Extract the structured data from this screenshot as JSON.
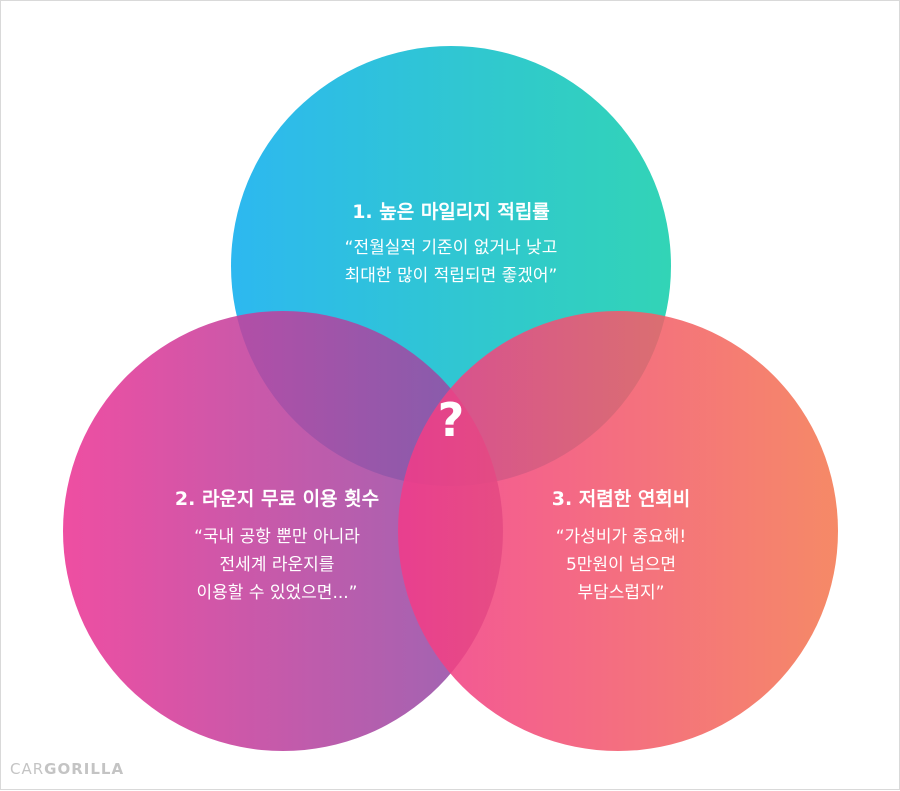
{
  "circles": [
    {
      "title": "1. 높은 마일리지 적립률",
      "quote_lines": [
        "“전월실적 기준이 없거나 낮고",
        "최대한 많이 적립되면 좋겠어”"
      ],
      "gradient": [
        "#2db8f0",
        "#32d4b6"
      ]
    },
    {
      "title": "2. 라운지 무료 이용 횟수",
      "quote_lines": [
        "“국내 공항 뿐만 아니라",
        "전세계 라운지를",
        "이용할 수 있었으면...”"
      ],
      "gradient": [
        "#ec3494",
        "#8b4fa8"
      ]
    },
    {
      "title": "3. 저렴한 연회비",
      "quote_lines": [
        "“가성비가 중요해!",
        "5만원이 넘으면",
        "부담스럽지”"
      ],
      "gradient": [
        "#f13a8a",
        "#f47850"
      ]
    }
  ],
  "center_mark": "?",
  "logo": {
    "part1": "CAR",
    "part2": "GORILLA"
  }
}
